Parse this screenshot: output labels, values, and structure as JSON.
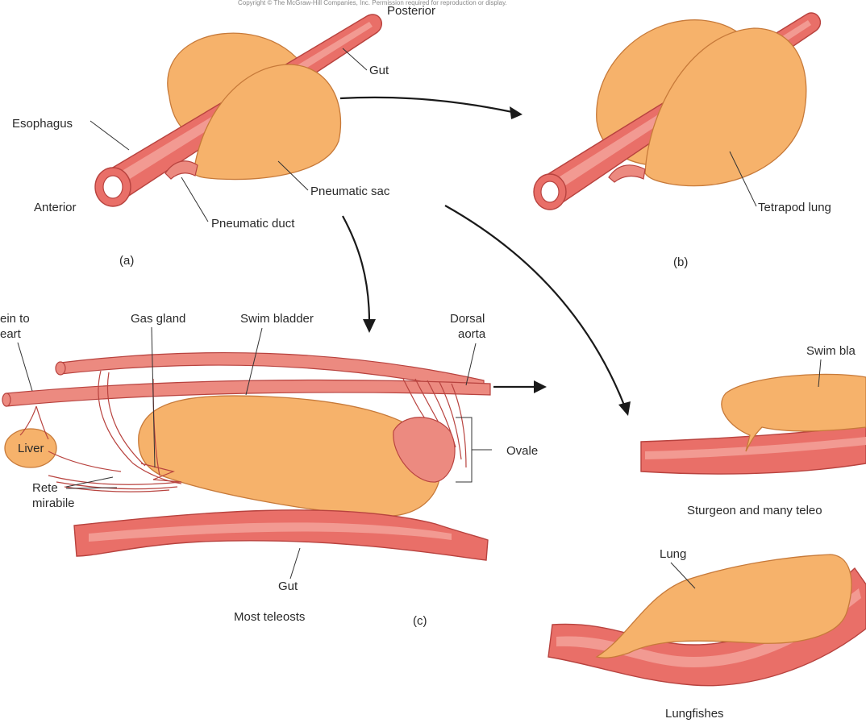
{
  "header": {
    "copyright": "Copyright © The McGraw-Hill Companies, Inc. Permission required for reproduction or display."
  },
  "panel_a": {
    "labels": {
      "posterior": "Posterior",
      "gut": "Gut",
      "esophagus": "Esophagus",
      "anterior": "Anterior",
      "pneumatic_sac": "Pneumatic sac",
      "pneumatic_duct": "Pneumatic duct"
    },
    "caption": "(a)"
  },
  "panel_b": {
    "labels": {
      "tetrapod_lung": "Tetrapod lung"
    },
    "caption": "(b)"
  },
  "panel_c": {
    "labels": {
      "vein_to_heart": [
        "ein to",
        "eart"
      ],
      "gas_gland": "Gas gland",
      "swim_bladder": "Swim bladder",
      "dorsal_aorta": [
        "Dorsal",
        "aorta"
      ],
      "liver": "Liver",
      "rete_mirabile": [
        "Rete",
        "mirabile"
      ],
      "ovale": "Ovale",
      "gut": "Gut"
    },
    "title": "Most teleosts",
    "caption": "(c)"
  },
  "panel_right": {
    "swim_bladder_label": "Swim bla",
    "sturgeon_caption": "Sturgeon and many teleo",
    "lung_label": "Lung",
    "lungfish_caption": "Lungfishes"
  },
  "colors": {
    "gut": "#e96f68",
    "sac": "#f6b26b",
    "outline": "#b8433f"
  }
}
